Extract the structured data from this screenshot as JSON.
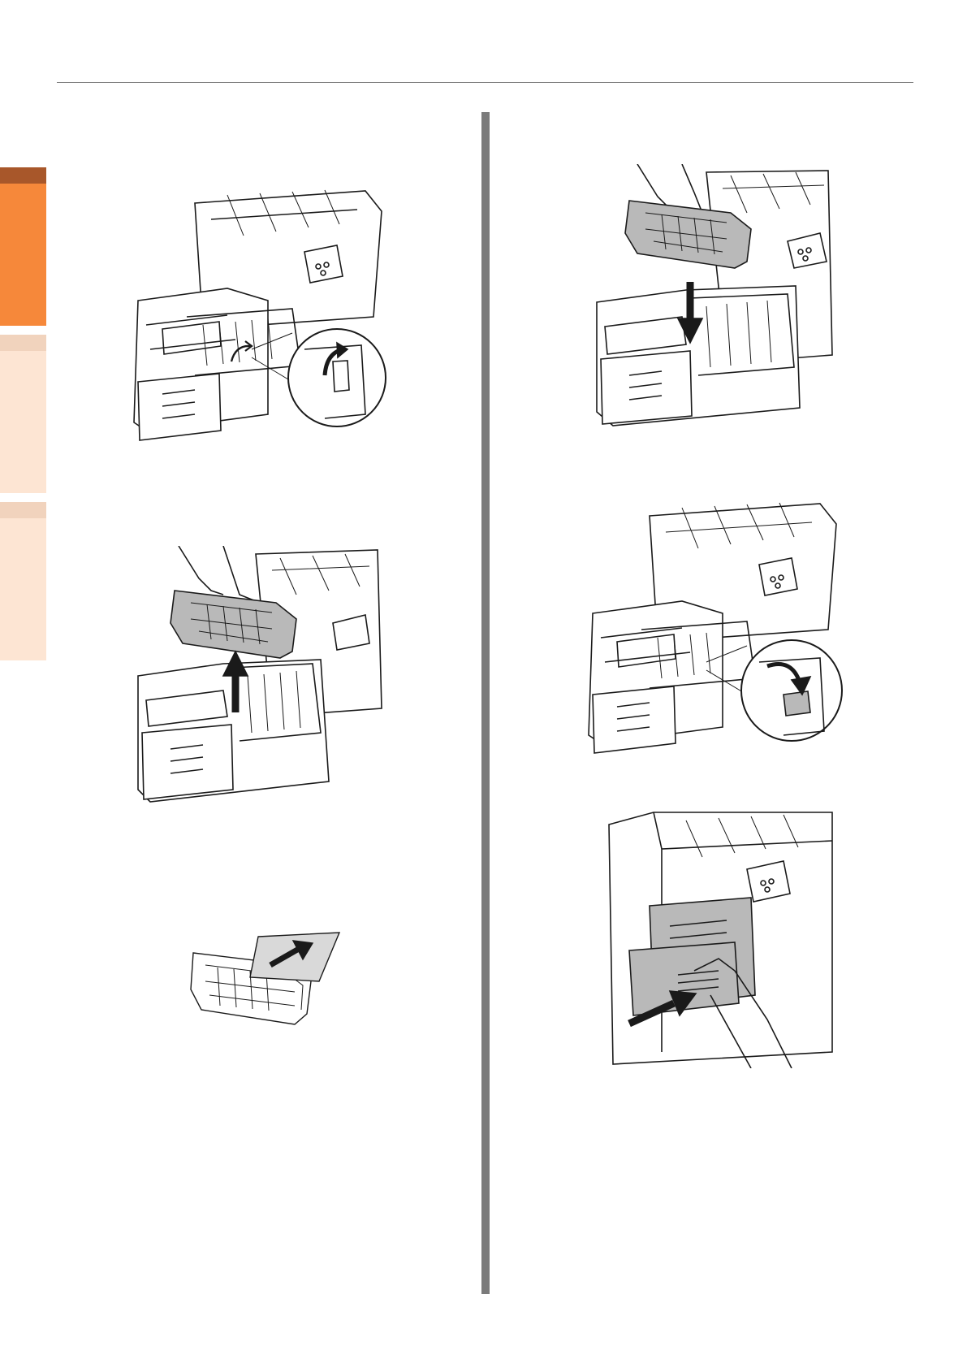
{
  "page": {
    "background": "#ffffff"
  },
  "side_tabs": [
    {
      "name": "tab-1",
      "state": "active",
      "cap_color": "#a8572a",
      "body_color": "#f6883a"
    },
    {
      "name": "tab-2",
      "state": "inactive",
      "cap_color": "#f1d3bd",
      "body_color": "#fde5d3"
    },
    {
      "name": "tab-3",
      "state": "inactive",
      "cap_color": "#f1d3bd",
      "body_color": "#fde5d3"
    }
  ],
  "figures": [
    {
      "name": "unlock-fuser-lever-illustration",
      "arrow": "curved-up"
    },
    {
      "name": "remove-fuser-illustration",
      "arrow": "up"
    },
    {
      "name": "fuser-paper-illustration",
      "arrow": "right"
    },
    {
      "name": "install-fuser-illustration",
      "arrow": "down"
    },
    {
      "name": "lock-fuser-lever-illustration",
      "arrow": "curved-down"
    },
    {
      "name": "close-duplex-unit-illustration",
      "arrow": "push-in"
    }
  ],
  "colors": {
    "line": "#1a1a1a",
    "shade": "#b9b9b9",
    "divider": "#7b7b7b",
    "rule": "#7a7a7a"
  }
}
